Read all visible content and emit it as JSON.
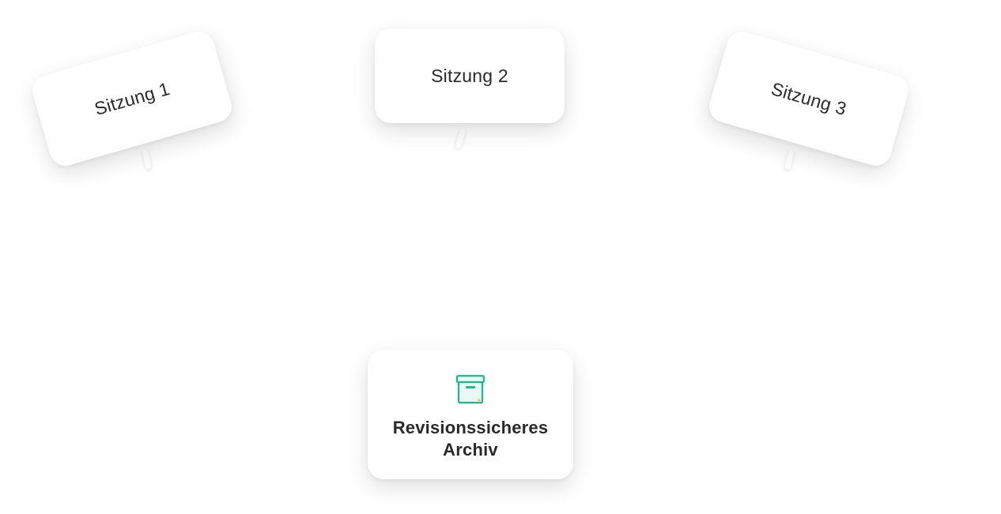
{
  "sessions": [
    {
      "label": "Sitzung 1"
    },
    {
      "label": "Sitzung 2"
    },
    {
      "label": "Sitzung 3"
    }
  ],
  "archive": {
    "label": "Revisionssicheres Archiv",
    "icon": "archive-box-icon"
  },
  "colors": {
    "accent_green": "#1db98a",
    "accent_yellow": "#f2c94c",
    "text": "#2a2a2a"
  }
}
